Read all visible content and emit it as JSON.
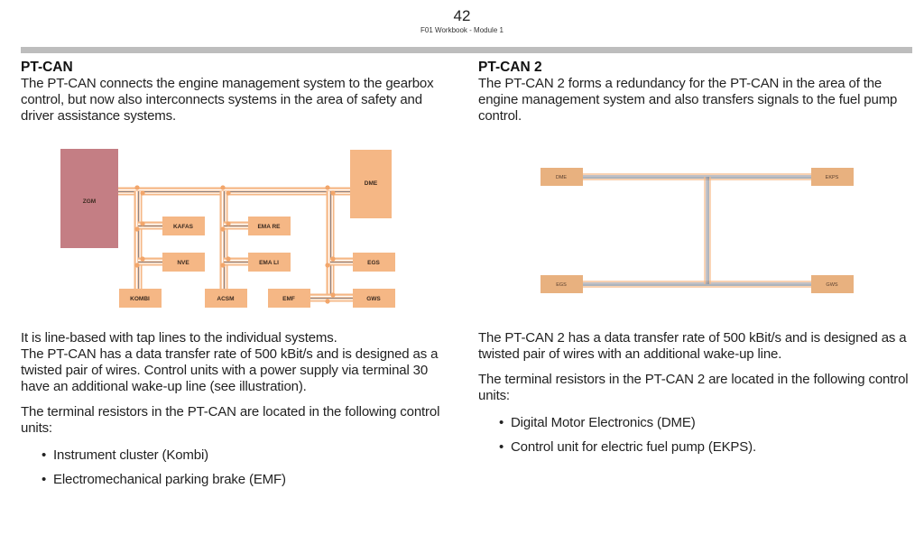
{
  "header": {
    "page_number": "42",
    "subtitle": "F01 Workbook - Module 1"
  },
  "colors": {
    "box_fill": "#f5b785",
    "gateway_fill": "#c47e84",
    "wire_orange": "#f5b785",
    "wire_gray": "#7c7c86",
    "rule_bar": "#bdbdbd"
  },
  "left": {
    "title": "PT-CAN",
    "intro": "The PT-CAN connects the engine management system to the gearbox control, but now also interconnects systems in the area of safety and driver assistance systems.",
    "diagram": {
      "gateway": "ZGM",
      "units": [
        "DME",
        "KAFAS",
        "NVE",
        "KOMBI",
        "EMA RE",
        "EMA LI",
        "ACSM",
        "EMF",
        "EGS",
        "GWS"
      ]
    },
    "paragraphs": [
      "It is line-based with tap lines to the individual systems.",
      "The PT-CAN has a data transfer rate of 500 kBit/s and is designed as a twisted pair of wires.  Control units with a power supply via terminal 30 have an additional wake-up line (see illustration).",
      "The terminal resistors in the PT-CAN are located in the following control units:"
    ],
    "bullets": [
      "Instrument cluster (Kombi)",
      "Electromechanical parking brake (EMF)"
    ]
  },
  "right": {
    "title": "PT-CAN 2",
    "intro": "The PT-CAN 2 forms a redundancy for the PT-CAN in the area of the engine management system and also transfers signals to the fuel pump control.",
    "diagram": {
      "units": [
        "DME",
        "EKPS",
        "EGS",
        "GWS"
      ]
    },
    "paragraphs": [
      "The PT-CAN 2 has a data transfer rate of 500 kBit/s and is designed as a twisted pair of wires with an additional wake-up line.",
      "The terminal resistors in the PT-CAN 2 are located in the following control units:"
    ],
    "bullets": [
      "Digital Motor Electronics (DME)",
      "Control unit for electric fuel pump (EKPS)."
    ]
  }
}
